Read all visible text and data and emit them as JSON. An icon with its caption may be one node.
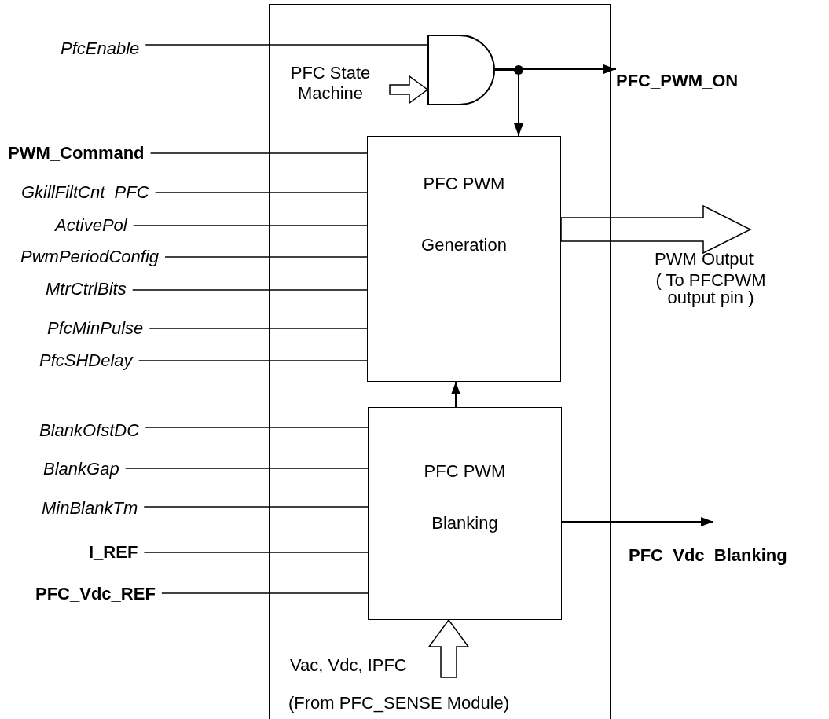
{
  "diagram": {
    "nodes": [
      {
        "text": [],
        "shape": "box"
      },
      {
        "text": [],
        "shape": "gate",
        "in": 0
      },
      {
        "text": [
          "PFC PWM Generation"
        ],
        "in": 0
      },
      {
        "text": [
          "PFC PWM Blanking"
        ],
        "in": 0
      },
      {
        "text": [
          "PfcEnable"
        ]
      },
      {
        "text": [
          "PFC State Machine"
        ],
        "in": 0
      },
      {
        "text": [
          "PWM_Command"
        ]
      },
      {
        "text": [
          "GkillFiltCnt_PFC"
        ]
      },
      {
        "text": [
          "ActivePol"
        ]
      },
      {
        "text": [
          "PwmPeriodConfig"
        ]
      },
      {
        "text": [
          "MtrCtrlBits"
        ]
      },
      {
        "text": [
          "PfcMinPulse"
        ]
      },
      {
        "text": [
          "PfcSHDelay"
        ]
      },
      {
        "text": [
          "BlankOfstDC"
        ]
      },
      {
        "text": [
          "BlankGap"
        ]
      },
      {
        "text": [
          "MinBlankTm"
        ]
      },
      {
        "text": [
          "I_REF"
        ]
      },
      {
        "text": [
          "PFC_Vdc_REF"
        ]
      },
      {
        "text": [
          "Vac, Vdc, IPFC"
        ],
        "in": 0
      },
      {
        "text": [
          "PFC_PWM_ON"
        ]
      }
    ],
    "edges": [
      {
        "from": 4,
        "to": 1,
        "arrow": "none"
      },
      {
        "from": 5,
        "to": 1,
        "arrow": "to",
        "style": "thick"
      },
      {
        "from": 1,
        "to": 19,
        "arrow": "to"
      },
      {
        "from": 1,
        "to": 2,
        "arrow": "to"
      },
      {
        "from": 6,
        "to": 2,
        "arrow": "none"
      },
      {
        "from": 7,
        "to": 2,
        "arrow": "none"
      },
      {
        "from": 8,
        "to": 2,
        "arrow": "none"
      },
      {
        "from": 9,
        "to": 2,
        "arrow": "none"
      },
      {
        "from": 10,
        "to": 2,
        "arrow": "none"
      },
      {
        "from": 11,
        "to": 2,
        "arrow": "none"
      },
      {
        "from": 12,
        "to": 2,
        "arrow": "none"
      },
      {
        "from": 13,
        "to": 3,
        "arrow": "none"
      },
      {
        "from": 14,
        "to": 3,
        "arrow": "none"
      },
      {
        "from": 15,
        "to": 3,
        "arrow": "none"
      },
      {
        "from": 16,
        "to": 3,
        "arrow": "none"
      },
      {
        "from": 17,
        "to": 3,
        "arrow": "none"
      },
      {
        "from": 3,
        "to": 2,
        "arrow": "to"
      },
      {
        "from": 2,
        "to": null,
        "arrow": "to",
        "style": "thick"
      },
      {
        "from": 3,
        "to": null,
        "arrow": "to"
      },
      {
        "from": 18,
        "to": 3,
        "arrow": "to",
        "style": "thick"
      }
    ],
    "labels": [
      "PWM Output",
      "( To PFCPWM output pin )",
      "PFC_Vdc_Blanking",
      "(From PFC_SENSE Module)"
    ]
  }
}
